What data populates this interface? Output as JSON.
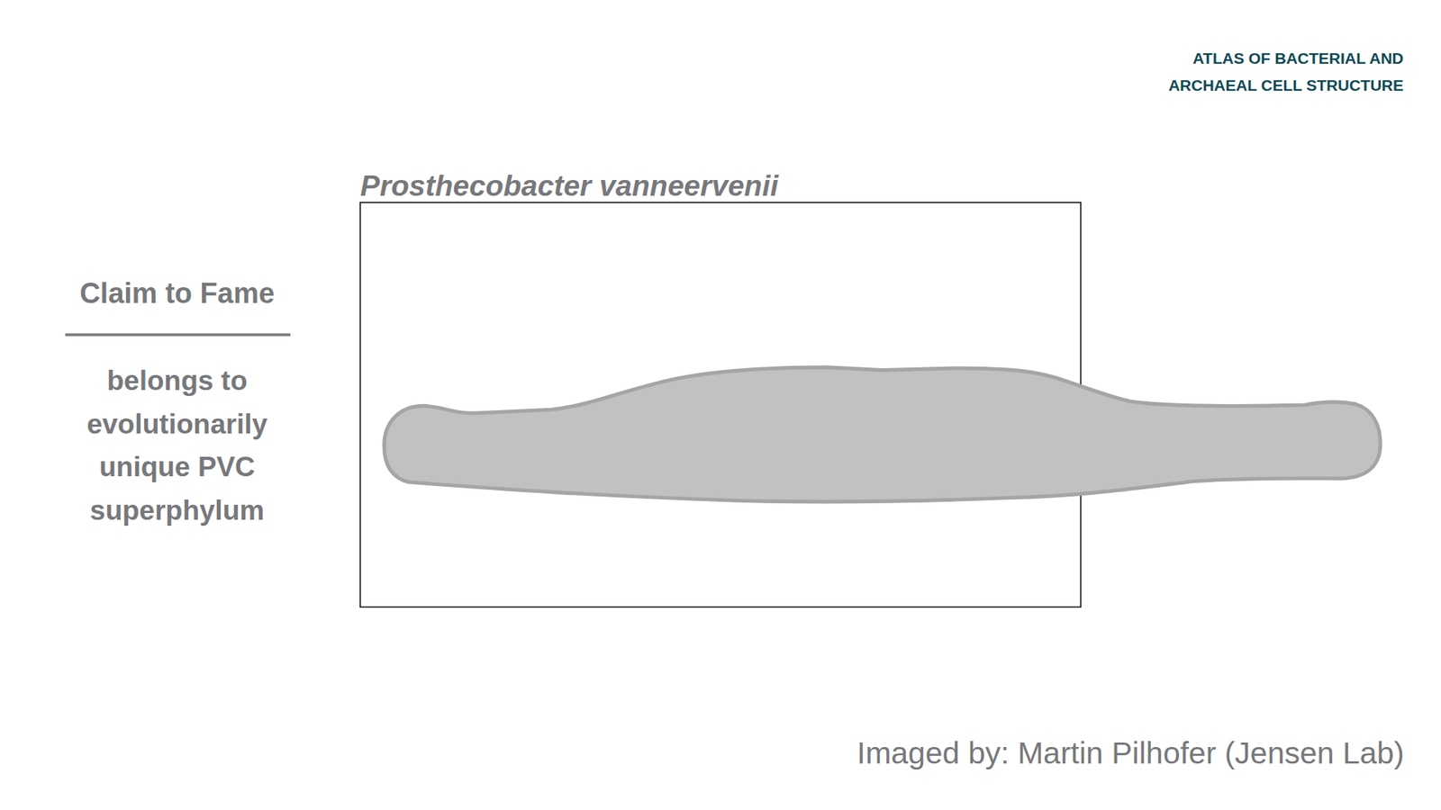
{
  "diagram": {
    "title": "Prosthecobacter vanneervenii",
    "labels": [
      "ATLAS OF BACTERIAL AND ARCHAEAL CELL STRUCTURE",
      "Claim to Fame",
      "belongs to evolutionarily unique PVC superphylum",
      "Imaged by: Martin Pilhofer (Jensen Lab)"
    ]
  }
}
